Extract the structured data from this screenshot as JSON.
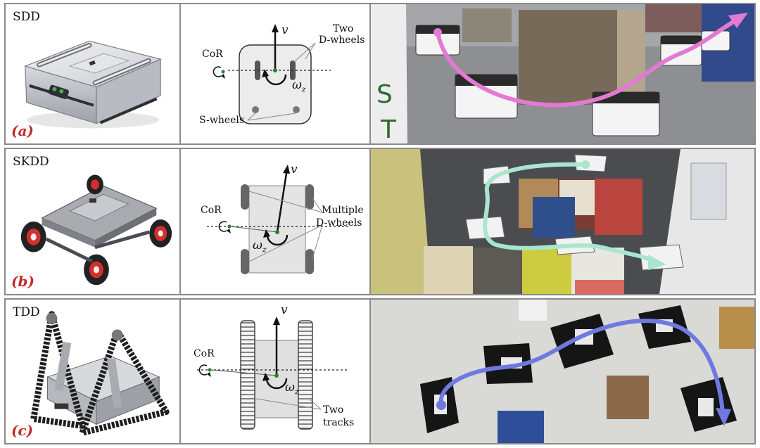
{
  "rows": [
    {
      "name": "SDD",
      "panel": "(a)",
      "labels": {
        "velocity": "v",
        "omega": "ω",
        "omega_sub": "z",
        "cor": "CoR",
        "wheels_a": "Two",
        "wheels_b": "D-wheels",
        "support": "S-wheels"
      }
    },
    {
      "name": "SKDD",
      "panel": "(b)",
      "labels": {
        "velocity": "v",
        "omega": "ω",
        "omega_sub": "z",
        "cor": "CoR",
        "wheels_a": "Multiple",
        "wheels_b": "D-wheels"
      }
    },
    {
      "name": "TDD",
      "panel": "(c)",
      "labels": {
        "velocity": "v",
        "omega": "ω",
        "omega_sub": "z",
        "cor": "CoR",
        "wheels_a": "Two",
        "wheels_b": "tracks"
      }
    }
  ],
  "colors": {
    "frame": "#8a8a8a",
    "panel_label": "#c62828",
    "trajectory_a": "#e27ad3",
    "trajectory_b": "#a8e6cf",
    "trajectory_c": "#6f79e0",
    "cor_marker": "#2e7d32"
  },
  "icons": [
    "rotation-arrow-icon",
    "velocity-arrow-icon",
    "trajectory-arrow-icon"
  ]
}
